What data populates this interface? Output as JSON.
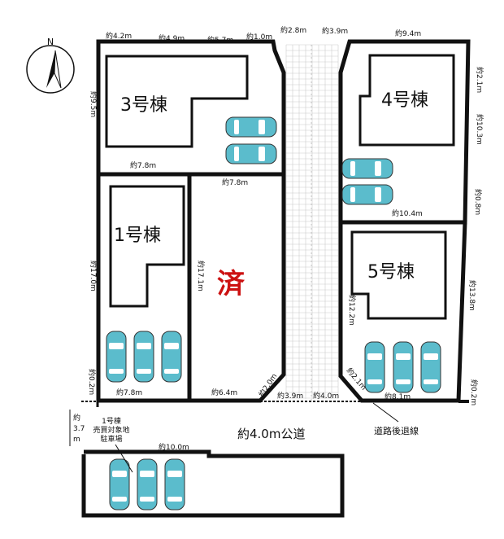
{
  "colors": {
    "line": "#111111",
    "car_body": "#5bbccc",
    "car_window": "#ffffff",
    "road_grid": "#cccccc",
    "sold": "#cc1111"
  },
  "compass": {
    "label": "N",
    "icon": "north-arrow-icon"
  },
  "buildings": {
    "b3": "3号棟",
    "b4": "4号棟",
    "b1": "1号棟",
    "b5": "5号棟"
  },
  "sold_mark": "済",
  "dims": {
    "top_4_2": "約4.2m",
    "top_4_9": "約4.9m",
    "top_5_7": "約5.7m",
    "top_1_0": "約1.0m",
    "top_2_8": "約2.8m",
    "top_3_9": "約3.9m",
    "top_9_4": "約9.4m",
    "right_2_1": "約2.1m",
    "left_9_5": "約9.5m",
    "right_10_3": "約10.3m",
    "lot3_bottom": "約7.8m",
    "lot_sold_top": "約7.8m",
    "lot4_bottom": "約10.4m",
    "right_0_8": "約0.8m",
    "left_17_0": "約17.0m",
    "mid_17_1": "約17.1m",
    "lot5_left": "約12.2m",
    "right_13_8": "約13.8m",
    "left_0_2": "約0.2m",
    "bottom_7_8": "約7.8m",
    "bottom_6_4": "約6.4m",
    "diag_2_0": "約2.0m",
    "bottom_3_9": "約3.9m",
    "bottom_4_0": "約4.0m",
    "diag_2_1": "約2.1m",
    "bottom_8_1": "約8.1m",
    "right_0_2": "約0.2m"
  },
  "road": {
    "label": "約4.0m公道",
    "setback": "道路後退線",
    "width_lines": [
      "約",
      "3.7",
      "m"
    ]
  },
  "parking_lot": {
    "label_lines": [
      "1号棟",
      "売買対象地",
      "駐車場"
    ],
    "width": "約10.0m"
  }
}
